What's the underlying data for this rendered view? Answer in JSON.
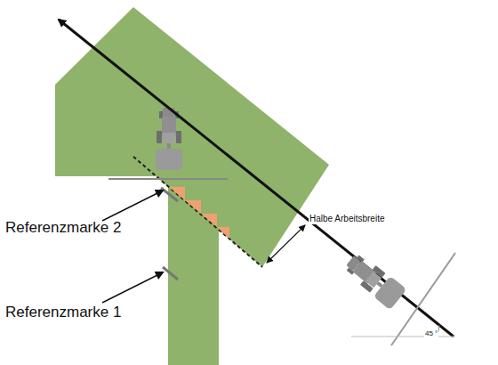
{
  "diagram": {
    "labels": [
      "Referenzmarke 2",
      "Referenzmarke 1",
      "Halbe Arbeitsbreite",
      "45 °"
    ]
  }
}
